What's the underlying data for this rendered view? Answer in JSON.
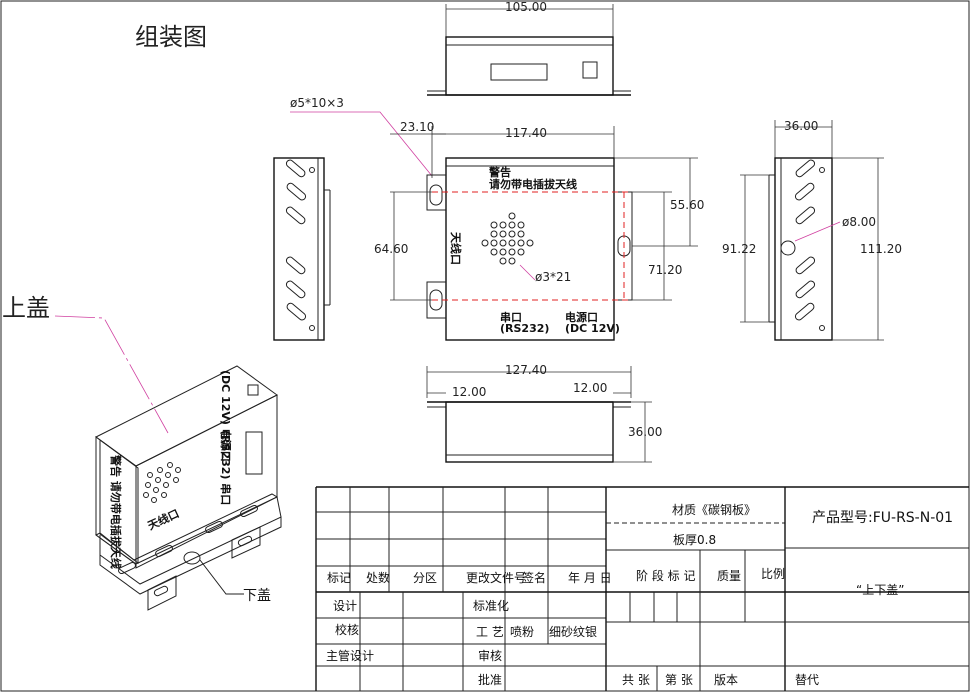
{
  "title": "组装图",
  "callouts": {
    "upper_cover": "上盖",
    "lower_cover": "下盖"
  },
  "dimensions": {
    "top_width": "105.00",
    "slot": "ø5*10×3",
    "offset_left": "23.10",
    "front_width": "117.40",
    "right_offset": "55.60",
    "left_height": "64.60",
    "hole_to_right": "71.20",
    "vent_holes": "ø3*21",
    "side_width": "36.00",
    "side_height_inner": "91.22",
    "side_height_outer": "111.20",
    "side_hole": "ø8.00",
    "bottom_width": "127.40",
    "flange_left": "12.00",
    "flange_right": "12.00",
    "bottom_height": "36.00"
  },
  "panel_labels": {
    "warning_title": "警告",
    "warning_text": "请勿带电插拔天线",
    "antenna_port": "天线口",
    "serial_port": "串口",
    "serial_spec": "(RS232)",
    "power_port": "电源口",
    "power_spec": "(DC 12V)"
  },
  "title_block": {
    "material": "材质《碳钢板》",
    "thickness": "板厚0.8",
    "product_model": "产品型号:FU-RS-N-01",
    "part_name": "“上下盖”",
    "col_mark": "标记",
    "col_count": "处数",
    "col_zone": "分区",
    "col_change_doc": "更改文件号",
    "col_sign": "签名",
    "col_date": "年 月 日",
    "stage_mark": "阶 段 标 记",
    "mass": "质量",
    "scale": "比例",
    "design": "设计",
    "standardize": "标准化",
    "check": "校核",
    "process": "工 艺",
    "spray": "喷粉",
    "finish": "细砂纹银",
    "chief_design": "主管设计",
    "review": "审核",
    "approve": "批准",
    "sheets_total": "共 张",
    "sheet_no": "第 张",
    "version": "版本",
    "replace": "替代"
  }
}
